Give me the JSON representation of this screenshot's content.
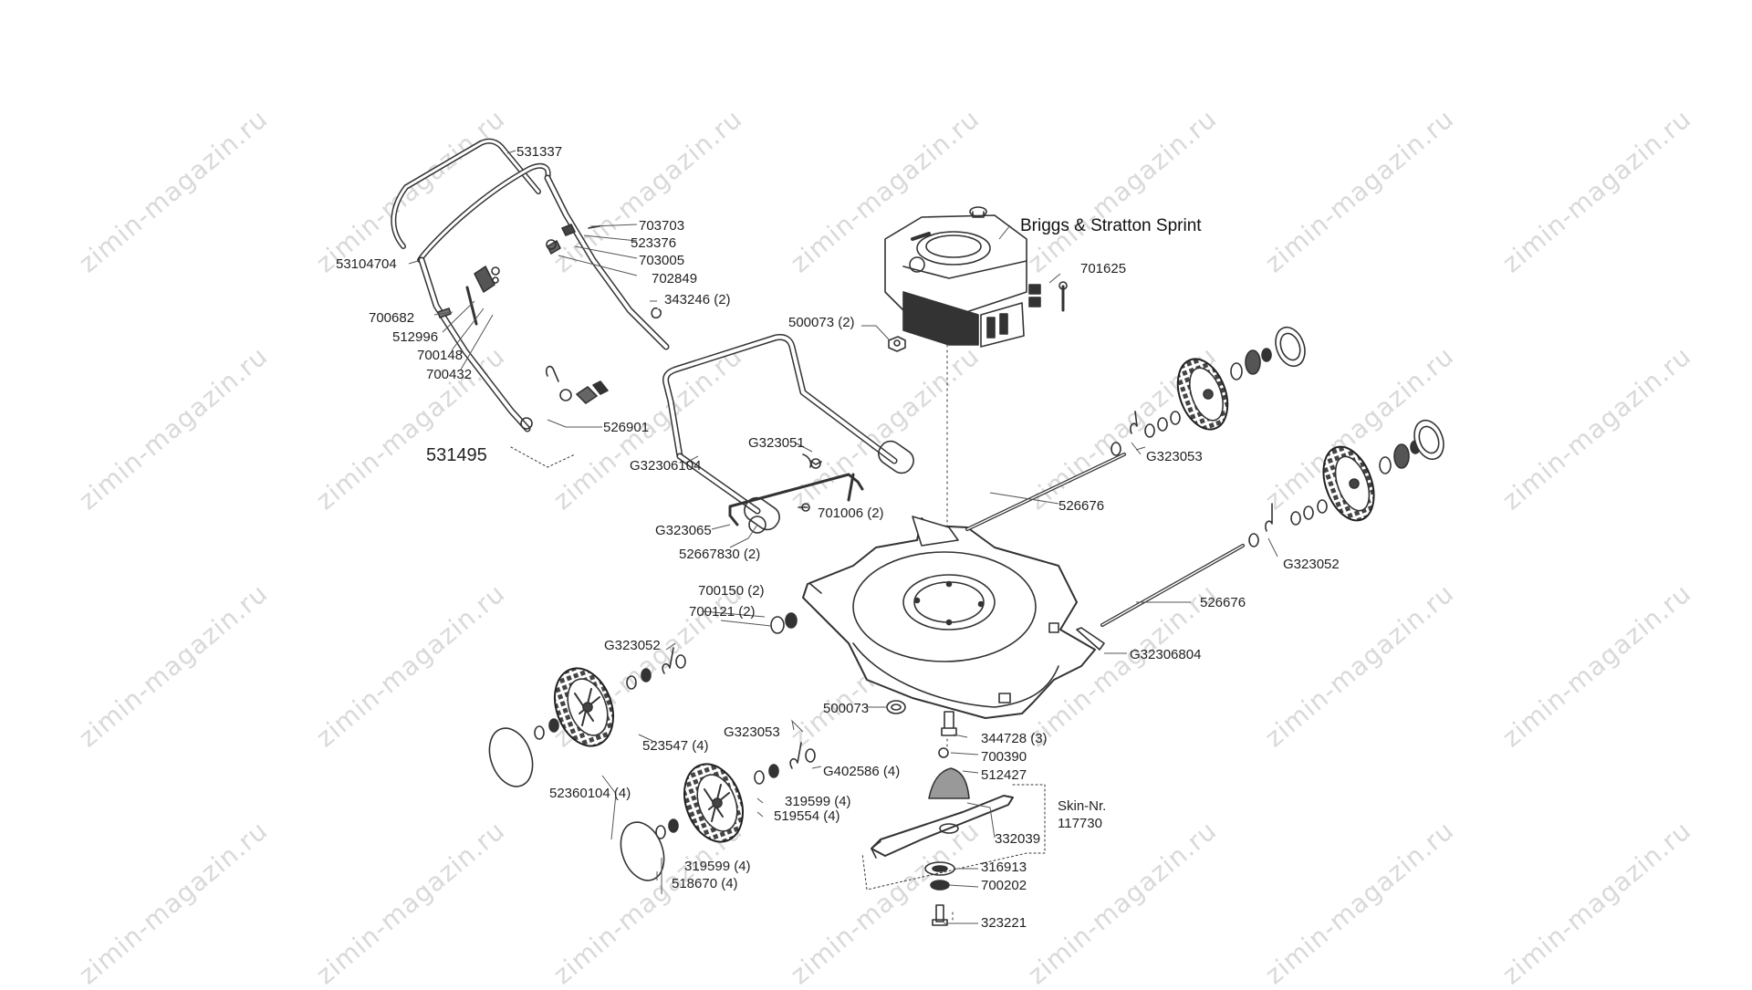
{
  "diagram": {
    "engine_label": "Briggs & Stratton Sprint",
    "skin_label": "Skin-Nr.",
    "skin_number": "117730",
    "watermark": "zimin-magazin.ru",
    "parts": {
      "p531337": "531337",
      "p53104704": "53104704",
      "p703703": "703703",
      "p523376": "523376",
      "p703005": "703005",
      "p702849": "702849",
      "p343246": "343246 (2)",
      "p700682": "700682",
      "p512996": "512996",
      "p700148": "700148",
      "p700432": "700432",
      "p526901": "526901",
      "p531495": "531495",
      "p500073_2": "500073 (2)",
      "p701625": "701625",
      "pG323051": "G323051",
      "pG32306104": "G32306104",
      "pG323053_top": "G323053",
      "p526676_top": "526676",
      "pG323065": "G323065",
      "p701006": "701006 (2)",
      "p52667830": "52667830 (2)",
      "pG323052_right": "G323052",
      "p526676_bottom": "526676",
      "p700150": "700150 (2)",
      "p700121": "700121 (2)",
      "pG323052_left": "G323052",
      "pG32306804": "G32306804",
      "p500073": "500073",
      "pG323053_bottom": "G323053",
      "p344728": "344728 (3)",
      "p700390": "700390",
      "p523547": "523547 (4)",
      "pG402586": "G402586 (4)",
      "p512427": "512427",
      "p319599_a": "319599 (4)",
      "p519554": "519554 (4)",
      "p52360104": "52360104 (4)",
      "p332039": "332039",
      "p319599_b": "319599 (4)",
      "p518670": "518670 (4)",
      "p316913": "316913",
      "p700202": "700202",
      "p323221": "323221"
    }
  }
}
